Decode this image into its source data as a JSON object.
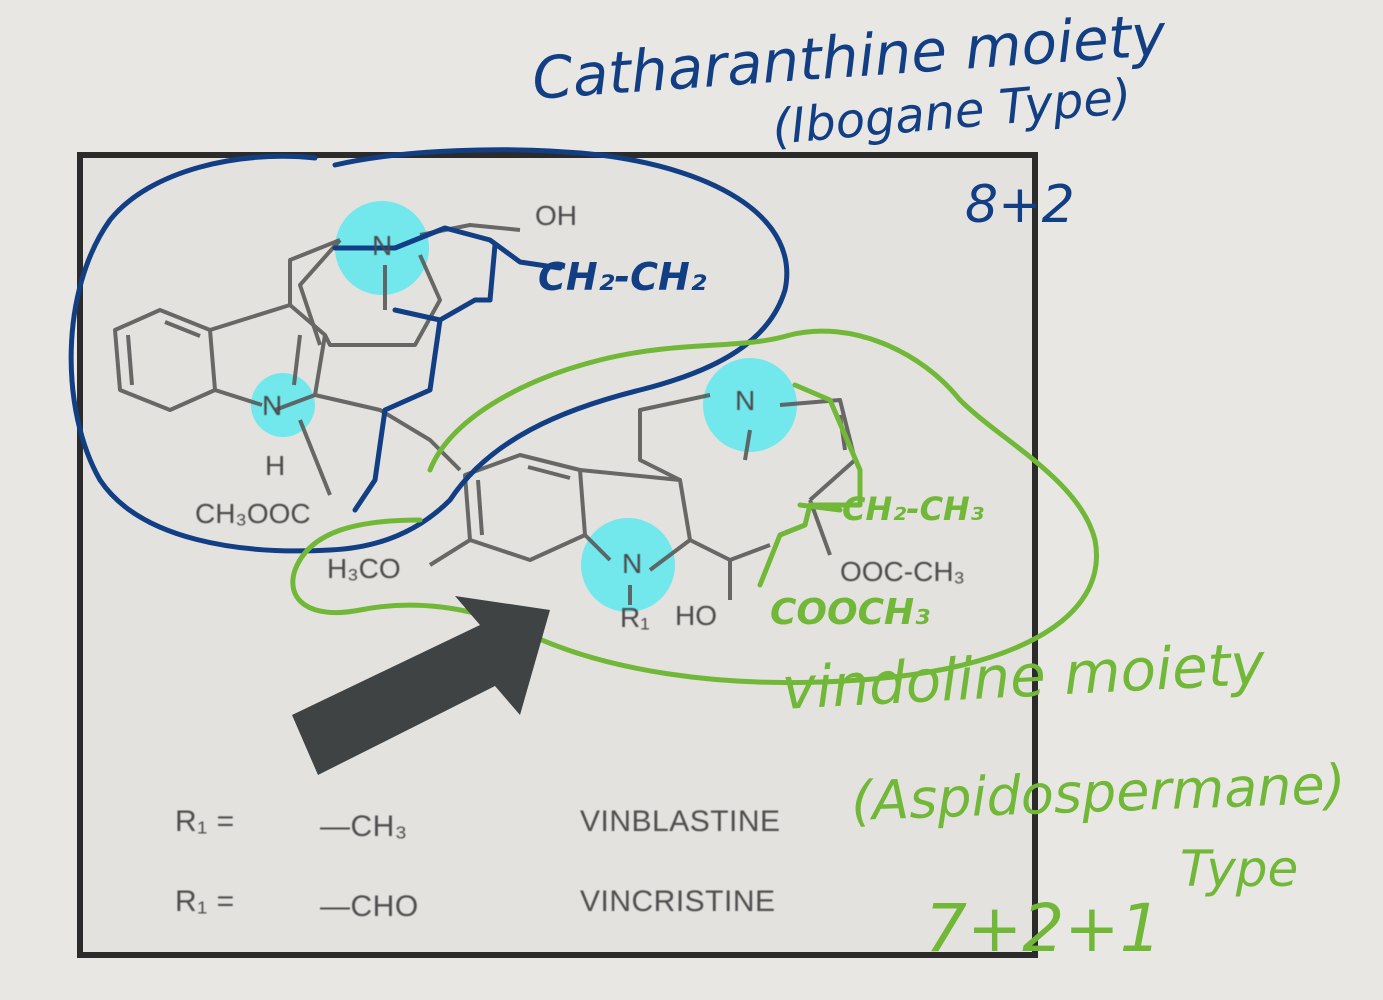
{
  "figure": {
    "catharanthine": {
      "title": "Catharanthine moiety",
      "type": "(Ibogane Type)",
      "count": "8+2",
      "group_oh": "OH",
      "group_ethyl": "CH₂-CH₂",
      "group_ester": "CH₃OOC"
    },
    "vindoline": {
      "title": "vindoline moiety",
      "type_line1": "(Aspidospermane)",
      "type_line2": "Type",
      "count": "7+2+1",
      "group_ethyl": "CH₂-CH₃",
      "group_methoxy": "H₃CO",
      "group_acetoxy": "OOC-CH₃",
      "group_ester": "COOCH₃",
      "group_hydroxy": "HO"
    },
    "atoms": {
      "n": "N",
      "h": "H",
      "r1": "R₁"
    },
    "legend": {
      "rows": [
        {
          "r_label": "R₁ =",
          "substituent": "—CH₃",
          "compound": "VINBLASTINE"
        },
        {
          "r_label": "R₁ =",
          "substituent": "—CHO",
          "compound": "VINCRISTINE"
        }
      ]
    },
    "colors": {
      "blue_ink": "#123f84",
      "green_ink": "#72b838",
      "highlight": "#5ee8ee",
      "print": "#4e4e4e",
      "arrow": "#3f4343"
    }
  }
}
